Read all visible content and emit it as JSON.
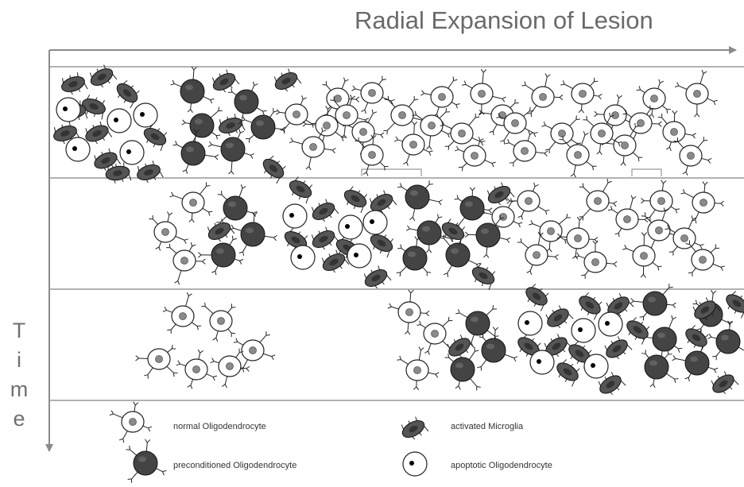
{
  "title": "Radial Expansion of Lesion",
  "time_axis_letters": [
    "T",
    "i",
    "m",
    "e"
  ],
  "legend": {
    "normal": "normal Oligodendrocyte",
    "preconditioned": "preconditioned Oligodendrocyte",
    "microglia": "activated Microglia",
    "apoptotic": "apoptotic Oligodendrocyte"
  },
  "colors": {
    "axis": "#8a8a8a",
    "dark_cell": "#444444",
    "microglia": "#555555",
    "normal_nucleus": "#8a8a8a",
    "outline": "#222222"
  }
}
